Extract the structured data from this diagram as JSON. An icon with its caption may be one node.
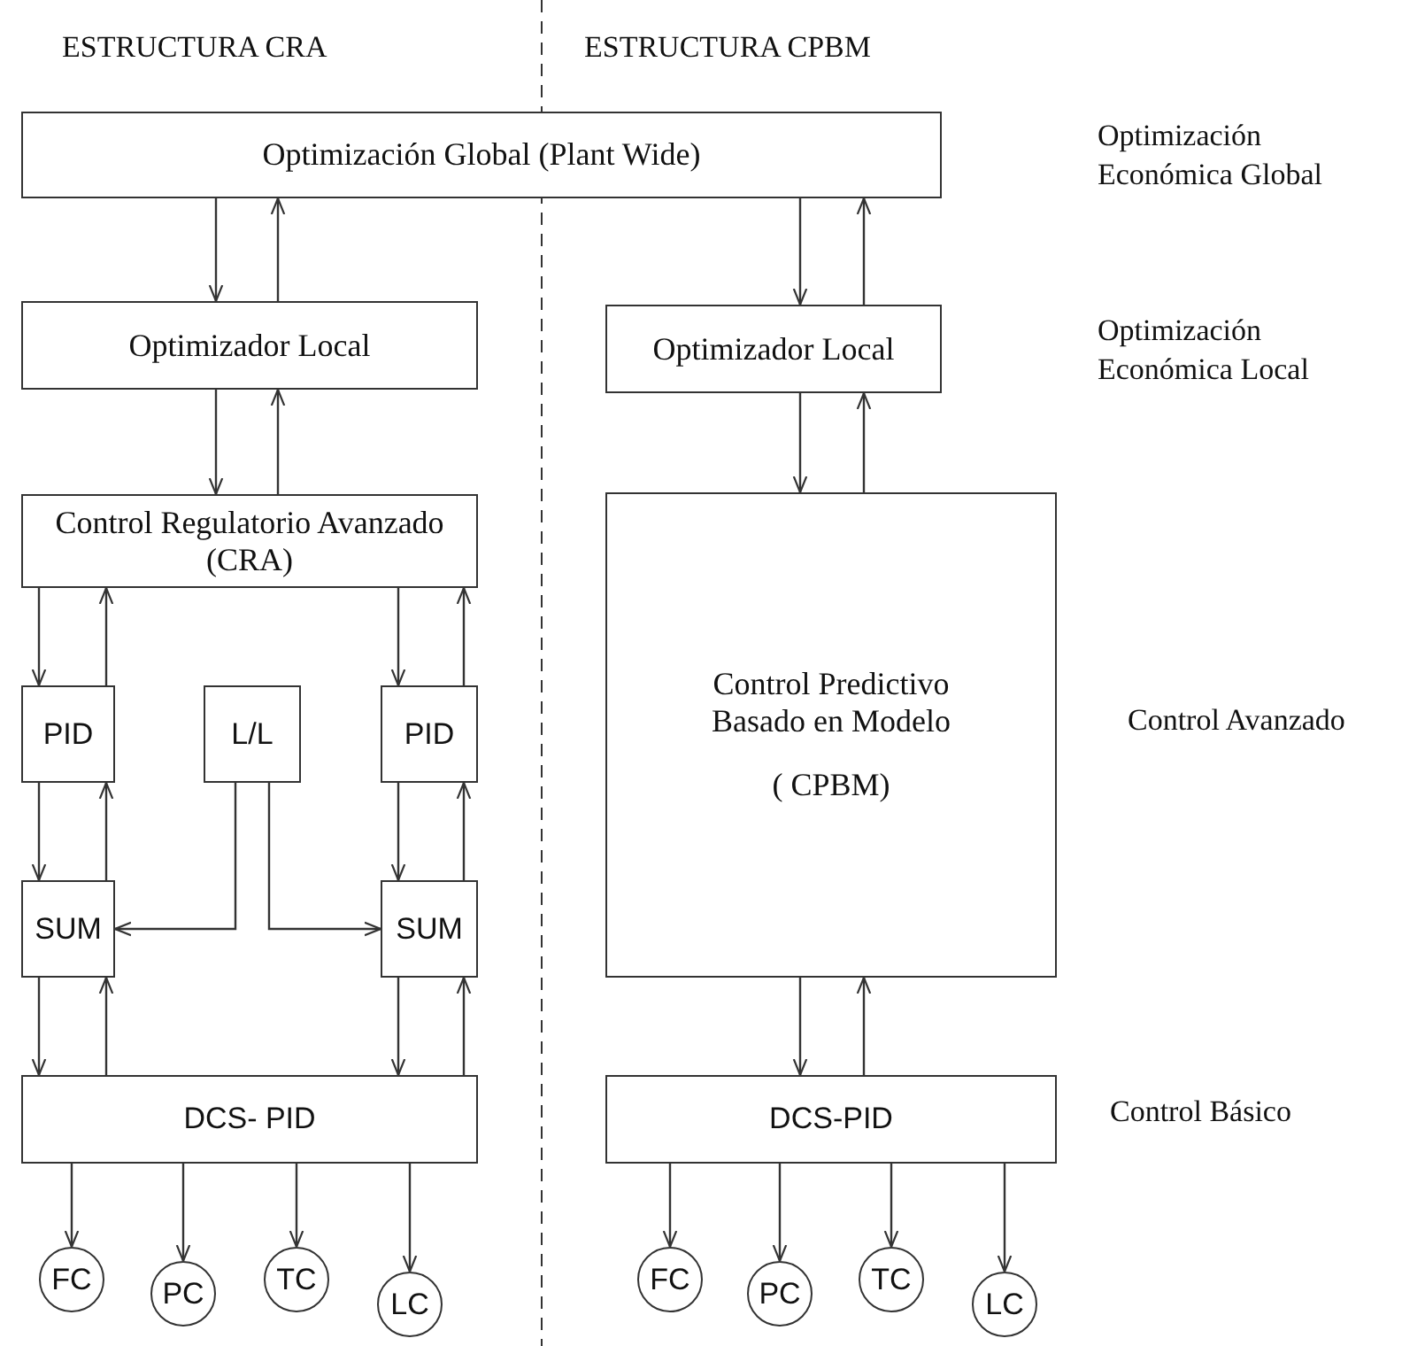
{
  "diagram": {
    "nodes": [
      {
        "text": [
          "Optimización Global (Plant Wide)"
        ]
      },
      {
        "text": [
          "Optimizador Local"
        ]
      },
      {
        "text": [
          "Optimizador Local"
        ]
      },
      {
        "text": [
          "Control Regulatorio Avanzado (CRA)"
        ]
      },
      {
        "text": [
          "Control Predictivo Basado en Modelo",
          "( CPBM)"
        ]
      },
      {
        "text": [
          "PID"
        ]
      },
      {
        "text": [
          "L/L"
        ]
      },
      {
        "text": [
          "PID"
        ]
      },
      {
        "text": [
          "SUM"
        ]
      },
      {
        "text": [
          "SUM"
        ]
      },
      {
        "text": [
          "DCS- PID"
        ]
      },
      {
        "text": [
          "DCS-PID"
        ]
      },
      {
        "text": [
          "FC"
        ]
      },
      {
        "text": [
          "PC"
        ]
      },
      {
        "text": [
          "TC"
        ]
      },
      {
        "text": [
          "LC"
        ]
      },
      {
        "text": [
          "FC"
        ]
      },
      {
        "text": [
          "PC"
        ]
      },
      {
        "text": [
          "TC"
        ]
      },
      {
        "text": [
          "LC"
        ]
      }
    ],
    "edges": [
      {
        "from": 0,
        "to": 1,
        "arrow": "to"
      },
      {
        "from": 1,
        "to": 0,
        "arrow": "to"
      },
      {
        "from": 0,
        "to": 2,
        "arrow": "to"
      },
      {
        "from": 2,
        "to": 0,
        "arrow": "to"
      },
      {
        "from": 1,
        "to": 3,
        "arrow": "to"
      },
      {
        "from": 3,
        "to": 1,
        "arrow": "to"
      },
      {
        "from": 2,
        "to": 4,
        "arrow": "to"
      },
      {
        "from": 4,
        "to": 2,
        "arrow": "to"
      },
      {
        "from": 3,
        "to": 5,
        "arrow": "to"
      },
      {
        "from": 5,
        "to": 3,
        "arrow": "to"
      },
      {
        "from": 3,
        "to": 7,
        "arrow": "to"
      },
      {
        "from": 7,
        "to": 3,
        "arrow": "to"
      },
      {
        "from": 5,
        "to": 8,
        "arrow": "to"
      },
      {
        "from": 8,
        "to": 5,
        "arrow": "to"
      },
      {
        "from": 7,
        "to": 9,
        "arrow": "to"
      },
      {
        "from": 9,
        "to": 7,
        "arrow": "to"
      },
      {
        "from": 6,
        "to": 8,
        "arrow": "to"
      },
      {
        "from": 6,
        "to": 9,
        "arrow": "to"
      },
      {
        "from": 8,
        "to": 10,
        "arrow": "to"
      },
      {
        "from": 10,
        "to": 8,
        "arrow": "to"
      },
      {
        "from": 9,
        "to": 10,
        "arrow": "to"
      },
      {
        "from": 10,
        "to": 9,
        "arrow": "to"
      },
      {
        "from": 4,
        "to": 11,
        "arrow": "to"
      },
      {
        "from": 11,
        "to": 4,
        "arrow": "to"
      },
      {
        "from": 10,
        "to": 12,
        "arrow": "to"
      },
      {
        "from": 10,
        "to": 13,
        "arrow": "to"
      },
      {
        "from": 10,
        "to": 14,
        "arrow": "to"
      },
      {
        "from": 10,
        "to": 15,
        "arrow": "to"
      },
      {
        "from": 11,
        "to": 16,
        "arrow": "to"
      },
      {
        "from": 11,
        "to": 17,
        "arrow": "to"
      },
      {
        "from": 11,
        "to": 18,
        "arrow": "to"
      },
      {
        "from": 11,
        "to": 19,
        "arrow": "to"
      }
    ],
    "labels": [
      "ESTRUCTURA CRA",
      "ESTRUCTURA CPBM",
      "Optimización Económica Global",
      "Optimización Económica Local",
      "Control Avanzado",
      "Control Básico"
    ]
  }
}
